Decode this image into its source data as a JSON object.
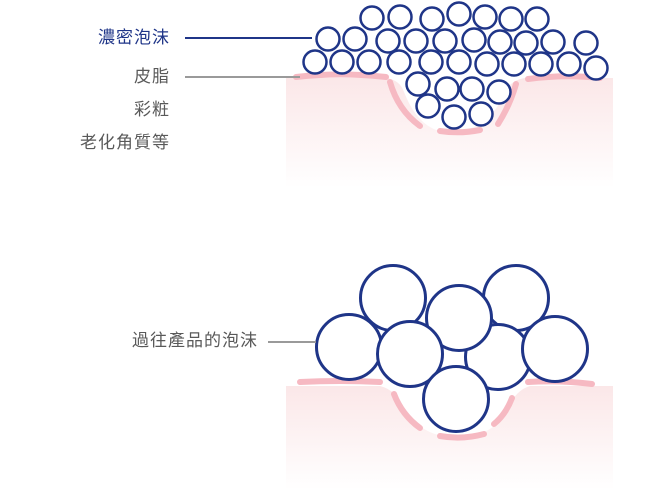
{
  "top": {
    "labels": {
      "dense_foam": "濃密泡沫",
      "sebum": "皮脂",
      "makeup": "彩粧",
      "dead_skin": "老化角質等"
    }
  },
  "bottom": {
    "labels": {
      "ordinary_foam": "過往產品的泡沫"
    }
  },
  "colors": {
    "bubble_stroke": "#1f3588",
    "dense_leader": "#1f3588",
    "muted_leader": "#9a9a9a",
    "dirt_pink": "#f6b9c2",
    "skin_tint": "#fbecec"
  }
}
